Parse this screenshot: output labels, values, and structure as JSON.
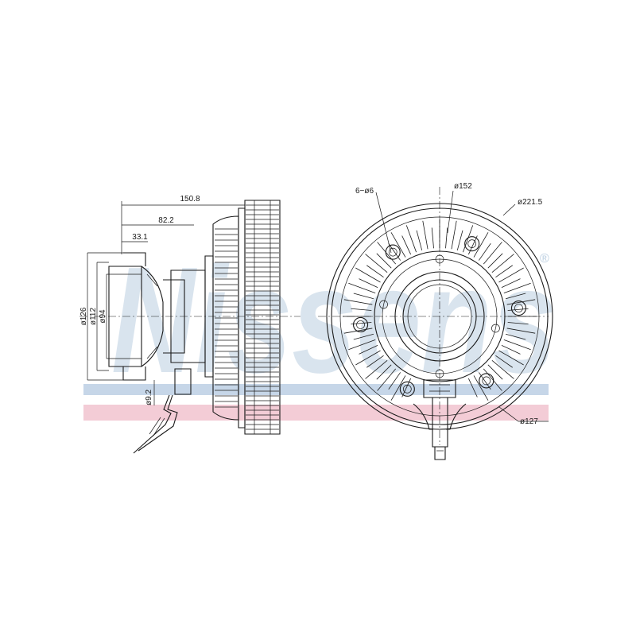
{
  "brand": {
    "watermark_text": "Nissens",
    "registered_mark": "®",
    "watermark_color": "#b9cde0",
    "band_blue": "#c6d6e8",
    "band_pink": "#f3ccd6"
  },
  "side_view": {
    "overall_length": "150.8",
    "hub_length": "82.2",
    "front_length": "33.1",
    "dia_outer": "ø126",
    "dia_mid": "ø112",
    "dia_inner": "ø94",
    "dia_connector": "ø9.2"
  },
  "front_view": {
    "bolt_holes": "6−ø6",
    "dia_bolt_circle": "ø152",
    "dia_fan": "ø221.5",
    "dia_hub": "ø127"
  },
  "icons": {
    "watermark": "nissens-logo-icon",
    "registered": "registered-icon"
  }
}
